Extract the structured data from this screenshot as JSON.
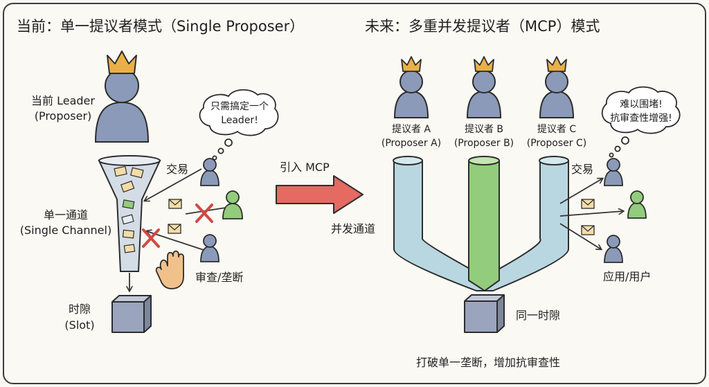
{
  "left_panel": {
    "title": "当前：单一提议者模式（Single Proposer）",
    "leader_label_1": "当前 Leader",
    "leader_label_2": "(Proposer)",
    "thought_1": "只需搞定一个",
    "thought_2": "Leader!",
    "tx_label": "交易",
    "channel_label_1": "单一通道",
    "channel_label_2": "(Single Channel)",
    "censor_label": "审查/垄断",
    "slot_label_1": "时隙",
    "slot_label_2": "(Slot)"
  },
  "middle": {
    "arrow_label": "引入 MCP"
  },
  "right_panel": {
    "title": "未来：多重并发提议者（MCP）模式",
    "proposers": [
      {
        "label": "提议者 A",
        "sub": "(Proposer A)"
      },
      {
        "label": "提议者 B",
        "sub": "(Proposer B)"
      },
      {
        "label": "提议者 C",
        "sub": "(Proposer C)"
      }
    ],
    "thought_1": "难以围堵!",
    "thought_2": "抗审查性增强!",
    "tx_label": "交易",
    "channel_label": "并发通道",
    "users_label": "应用/用户",
    "slot_label": "同一时隙",
    "bottom_caption": "打破单一垄断，增加抗审查性"
  },
  "colors": {
    "person": "#8b9ab8",
    "crown": "#e9b04a",
    "pipe_blue": "#b9d7e1",
    "pipe_green": "#93cc7c",
    "arrow_red": "#e46a62",
    "cross_red": "#d04a45",
    "envelope": "#f3dca8",
    "hand": "#f1c18c",
    "slot_box": "#9aa5bd"
  }
}
